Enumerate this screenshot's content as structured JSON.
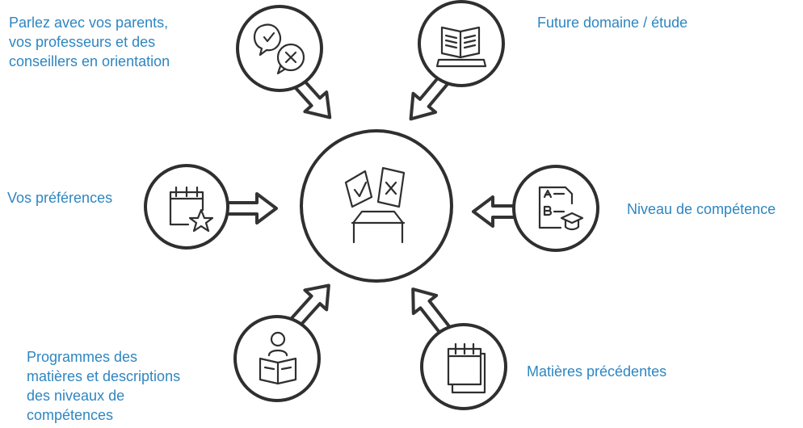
{
  "center": {
    "icon": "ballot-box-check-cross-icon"
  },
  "nodes": [
    {
      "key": "talk",
      "icon": "speech-bubbles-check-cross-icon",
      "label_lines": [
        "Parlez avec vos parents,",
        "vos professeurs et des",
        "conseillers en orientation"
      ]
    },
    {
      "key": "future",
      "icon": "open-book-icon",
      "label_lines": [
        "Future domaine / étude"
      ]
    },
    {
      "key": "preferences",
      "icon": "calendar-star-icon",
      "label_lines": [
        "Vos préférences"
      ]
    },
    {
      "key": "level",
      "icon": "grades-document-graduation-cap-icon",
      "label_lines": [
        "Niveau de compétence"
      ]
    },
    {
      "key": "programs",
      "icon": "person-reading-icon",
      "label_lines": [
        "Programmes des",
        "matières et descriptions",
        "des niveaux de",
        "compétences"
      ]
    },
    {
      "key": "previous",
      "icon": "calendar-icon",
      "label_lines": [
        "Matières précédentes"
      ]
    }
  ],
  "colors": {
    "label": "#2e86c1",
    "stroke": "#2f2f2f",
    "background": "#ffffff"
  }
}
